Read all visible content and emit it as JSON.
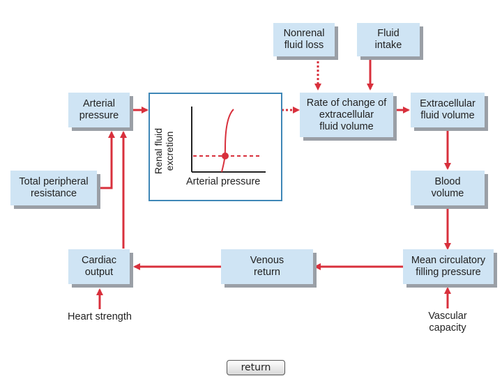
{
  "nodes": {
    "arterial_pressure": "Arterial\npressure",
    "total_peripheral_resistance": "Total peripheral\nresistance",
    "cardiac_output": "Cardiac\noutput",
    "heart_strength": "Heart strength",
    "nonrenal_fluid_loss": "Nonrenal\nfluid loss",
    "fluid_intake": "Fluid\nintake",
    "rate_of_change": "Rate of change of\nextracellular\nfluid volume",
    "extracellular_fluid_volume": "Extracellular\nfluid volume",
    "blood_volume": "Blood\nvolume",
    "mean_circulatory_filling_pressure": "Mean circulatory\nfilling pressure",
    "venous_return": "Venous\nreturn",
    "vascular_capacity": "Vascular\ncapacity"
  },
  "graph": {
    "ylabel": "Renal fluid\nexcretion",
    "xlabel": "Arterial pressure"
  },
  "return_button": "return",
  "colors": {
    "arrow": "#d8303c",
    "box": "#cfe4f4",
    "graph_border": "#3e87b7"
  }
}
